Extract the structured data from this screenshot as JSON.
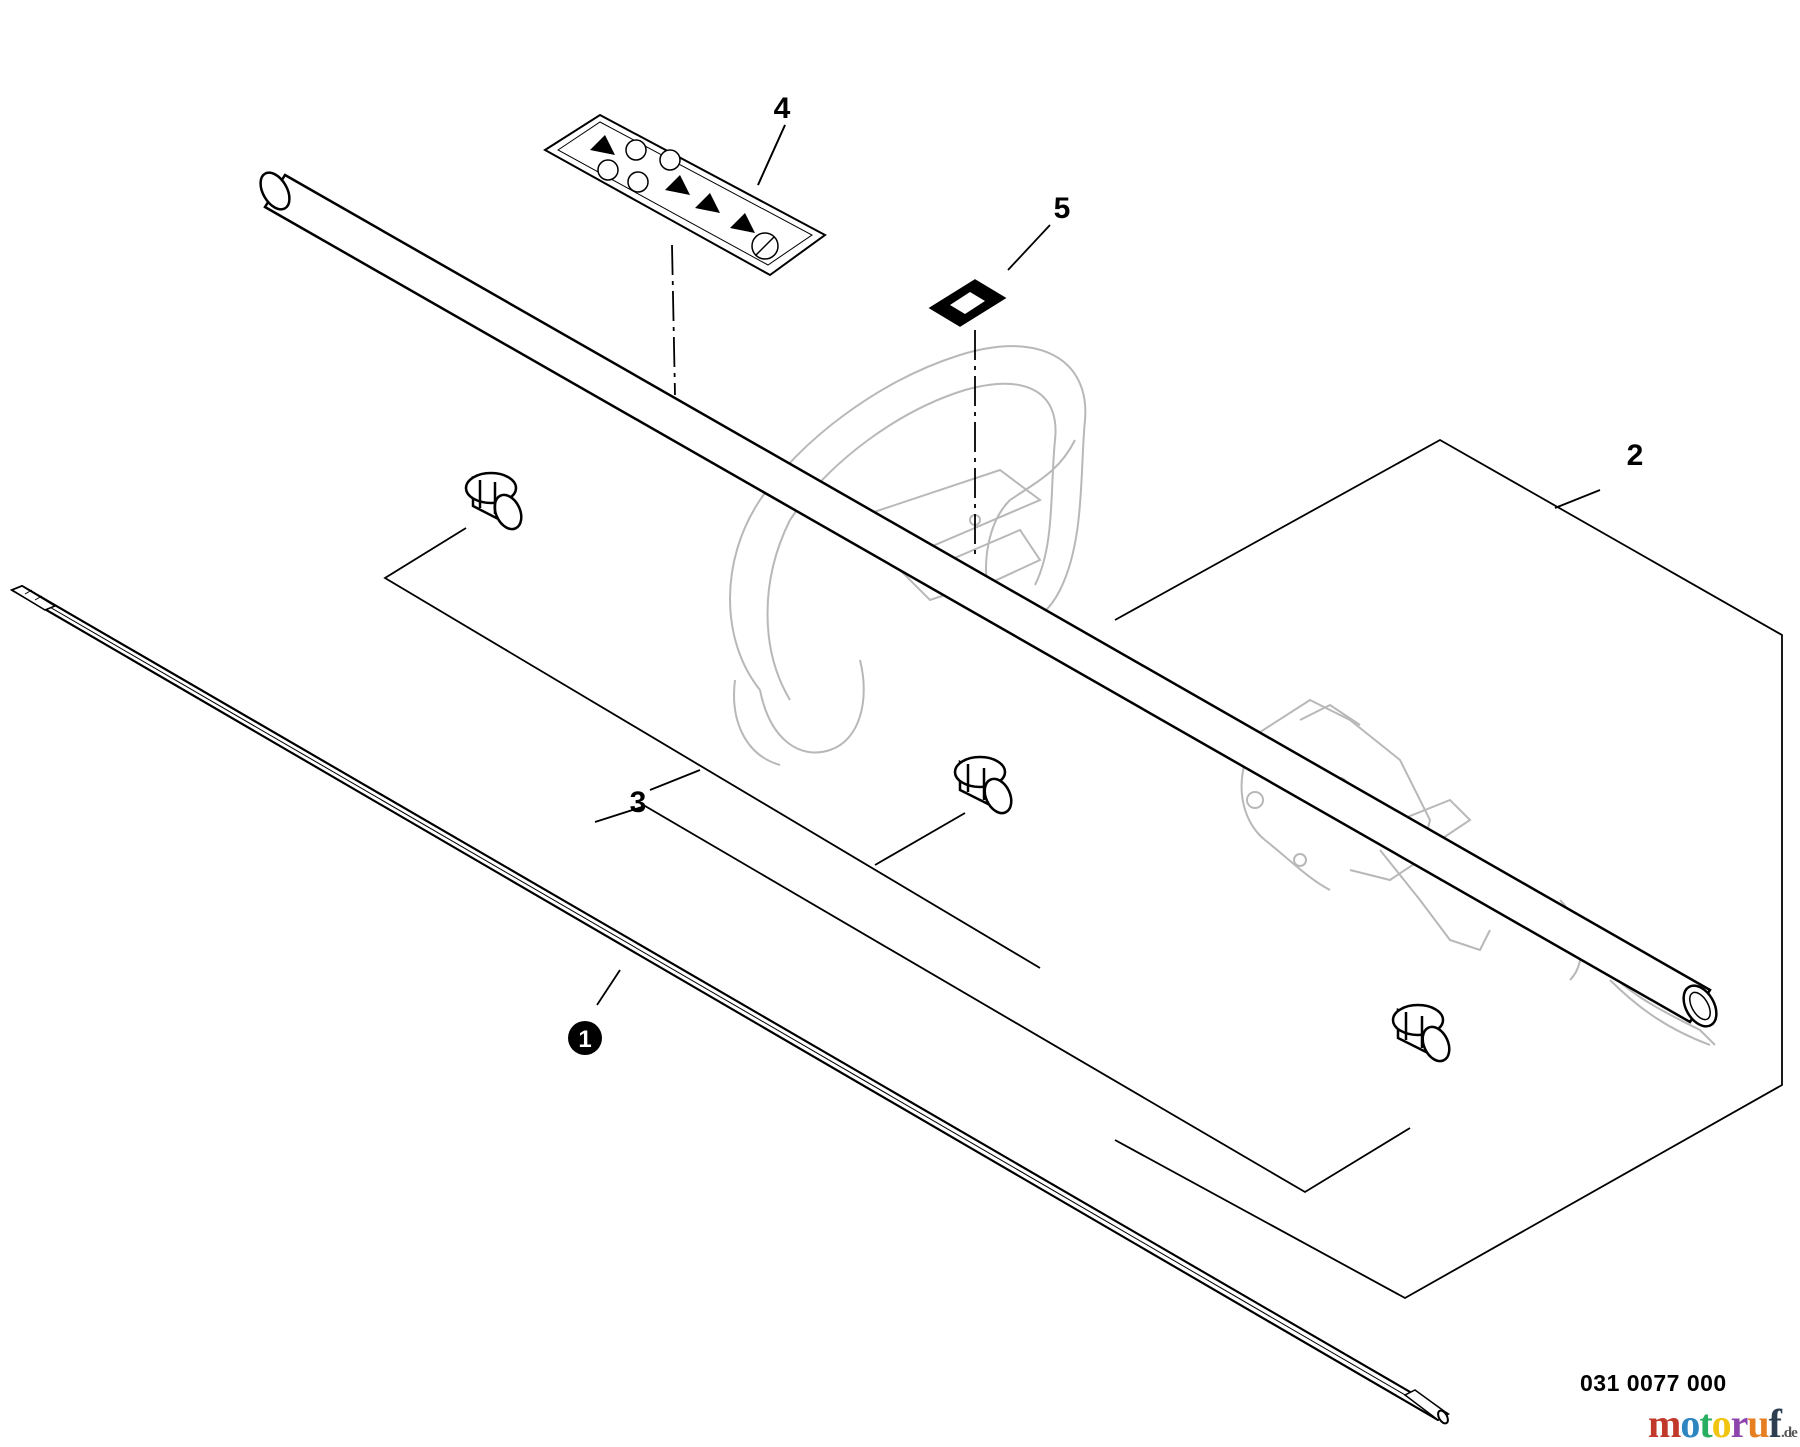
{
  "callouts": {
    "c1": "1",
    "c2": "2",
    "c3": "3",
    "c4": "4",
    "c5": "5"
  },
  "part_number": "031 0077 000",
  "watermark": {
    "m": "m",
    "o1": "o",
    "t": "t",
    "o2": "o",
    "r": "r",
    "u": "u",
    "f": "f",
    "de": ".de"
  },
  "colors": {
    "line": "#000000",
    "ghost": "#b8b8b8",
    "background": "#ffffff"
  }
}
